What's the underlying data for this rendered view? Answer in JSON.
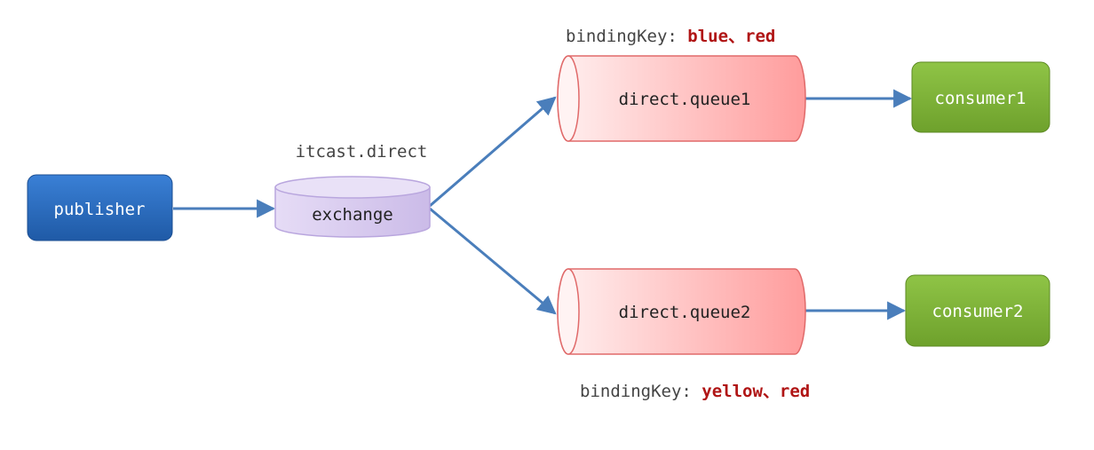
{
  "publisher": {
    "label": "publisher"
  },
  "exchange": {
    "name": "itcast.direct",
    "label": "exchange"
  },
  "queues": [
    {
      "label": "direct.queue1",
      "binding_prefix": "bindingKey: ",
      "binding_keys": "blue、red"
    },
    {
      "label": "direct.queue2",
      "binding_prefix": "bindingKey: ",
      "binding_keys": "yellow、red"
    }
  ],
  "consumers": [
    {
      "label": "consumer1"
    },
    {
      "label": "consumer2"
    }
  ],
  "colors": {
    "publisher": "#2e6fc1",
    "exchange": "#d9cdf0",
    "queue": "#ffb3b3",
    "consumer": "#7fb33a",
    "arrow": "#4a7ebb",
    "binding_key": "#b01515",
    "label": "#444444"
  }
}
